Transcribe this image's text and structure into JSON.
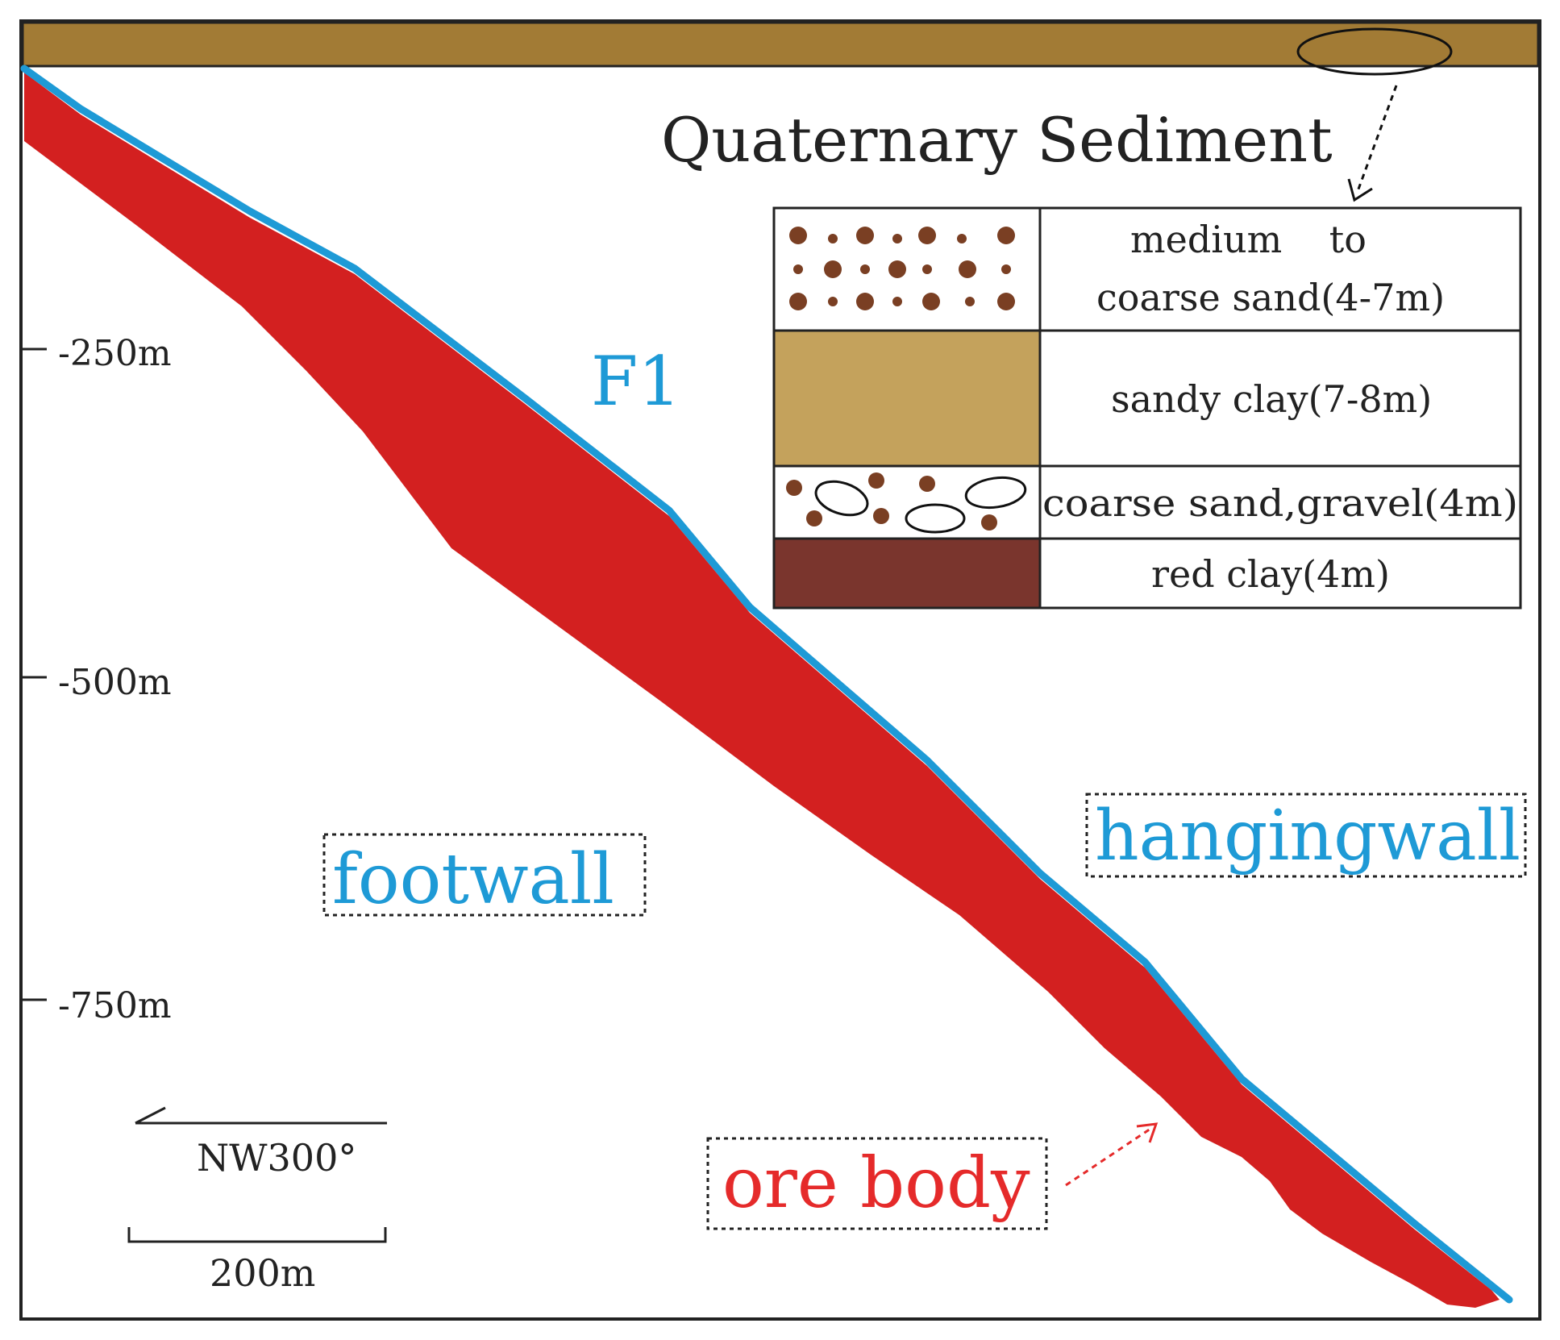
{
  "title": "Quaternary Sediment",
  "fault_label": "F1",
  "depth_axis": {
    "ticks": [
      "-250m",
      "-500m",
      "-750m"
    ]
  },
  "regions": {
    "footwall": "footwall",
    "hangingwall": "hangingwall",
    "ore_body": "ore body"
  },
  "direction": {
    "label": "NW300°"
  },
  "scale_bar": {
    "label": "200m"
  },
  "legend": [
    {
      "pattern": "brown-dots",
      "lines": [
        "medium    to",
        "coarse sand(4-7m)"
      ]
    },
    {
      "pattern": "tan-fill",
      "lines": [
        "sandy clay(7-8m)"
      ]
    },
    {
      "pattern": "dots-and-ellipses",
      "lines": [
        "coarse sand,gravel(4m)"
      ]
    },
    {
      "pattern": "dark-red-fill",
      "lines": [
        "red clay(4m)"
      ]
    }
  ],
  "colors": {
    "sediment_band": "#A27B35",
    "ore_body": "#D32020",
    "fault": "#1E9AD6",
    "hangingwall_text": "#1E9AD6",
    "ore_text": "#E52A2A",
    "sandy_clay": "#C4A25C",
    "red_clay": "#7A352D",
    "sand_dot": "#7A3F23"
  }
}
